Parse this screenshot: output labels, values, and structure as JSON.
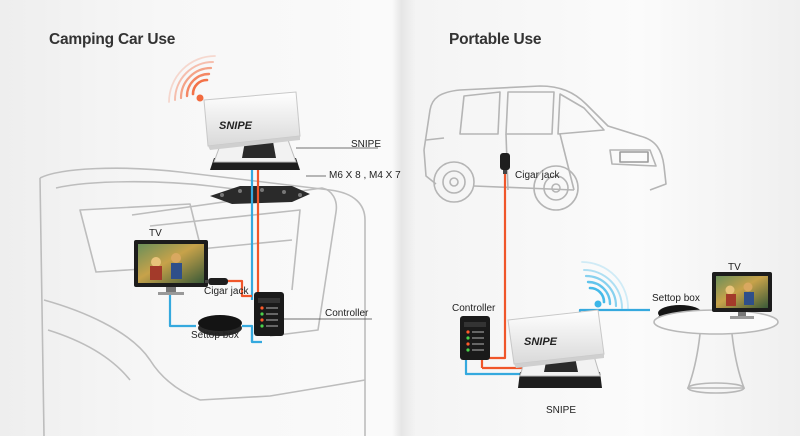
{
  "headings": {
    "left": "Camping Car Use",
    "right": "Portable Use"
  },
  "left_labels": {
    "snipe": "SNIPE",
    "bolts": "M6 X 8 , M4 X 7",
    "tv": "TV",
    "cigar_jack": "Cigar jack",
    "controller": "Controller",
    "settop_box": "Settop box"
  },
  "right_labels": {
    "cigar_jack": "Cigar jack",
    "controller": "Controller",
    "settop_box": "Settop box",
    "tv": "TV",
    "snipe": "SNIPE"
  },
  "device": {
    "brand": "SNIPE"
  },
  "colors": {
    "power_cable": "#f0562a",
    "signal_cable": "#35a9de",
    "signal_waves_left": "#f26a3e",
    "signal_waves_right": "#3bb6e8"
  }
}
